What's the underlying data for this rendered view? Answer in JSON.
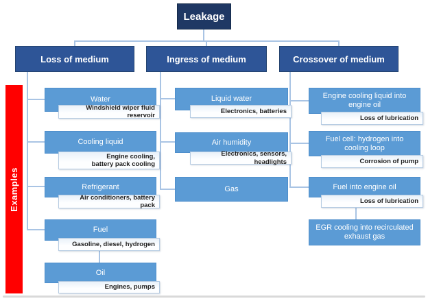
{
  "root": {
    "label": "Leakage"
  },
  "sidebar": {
    "label": "Examples"
  },
  "colors": {
    "root_fill": "#1F3864",
    "header_fill": "#2E5597",
    "child_fill": "#5B9BD5",
    "example_border": "#B5CBE2",
    "connector": "#A9C4E4",
    "examples_bar": "#FF0000",
    "bottom_rule": "#D9D9D9"
  },
  "categories": [
    {
      "label": "Loss of medium",
      "children": [
        {
          "label": "Water",
          "example": "Windshield wiper fluid reservoir"
        },
        {
          "label": "Cooling liquid",
          "example": "Engine cooling,\nbattery pack cooling"
        },
        {
          "label": "Refrigerant",
          "example": "Air conditioners, battery pack"
        },
        {
          "label": "Fuel",
          "example": "Gasoline, diesel, hydrogen"
        },
        {
          "label": "Oil",
          "example": "Engines, pumps"
        }
      ]
    },
    {
      "label": "Ingress of medium",
      "children": [
        {
          "label": "Liquid water",
          "example": "Electronics, batteries"
        },
        {
          "label": "Air humidity",
          "example": "Electronics, sensors, headlights"
        },
        {
          "label": "Gas",
          "example": ""
        }
      ]
    },
    {
      "label": "Crossover of medium",
      "children": [
        {
          "label": "Engine cooling liquid into engine oil",
          "example": "Loss of lubrication"
        },
        {
          "label": "Fuel cell: hydrogen into cooling loop",
          "example": "Corrosion of pump"
        },
        {
          "label": "Fuel into engine oil",
          "example": "Loss of lubrication"
        },
        {
          "label": "EGR cooling into recirculated exhaust gas",
          "example": ""
        }
      ]
    }
  ]
}
